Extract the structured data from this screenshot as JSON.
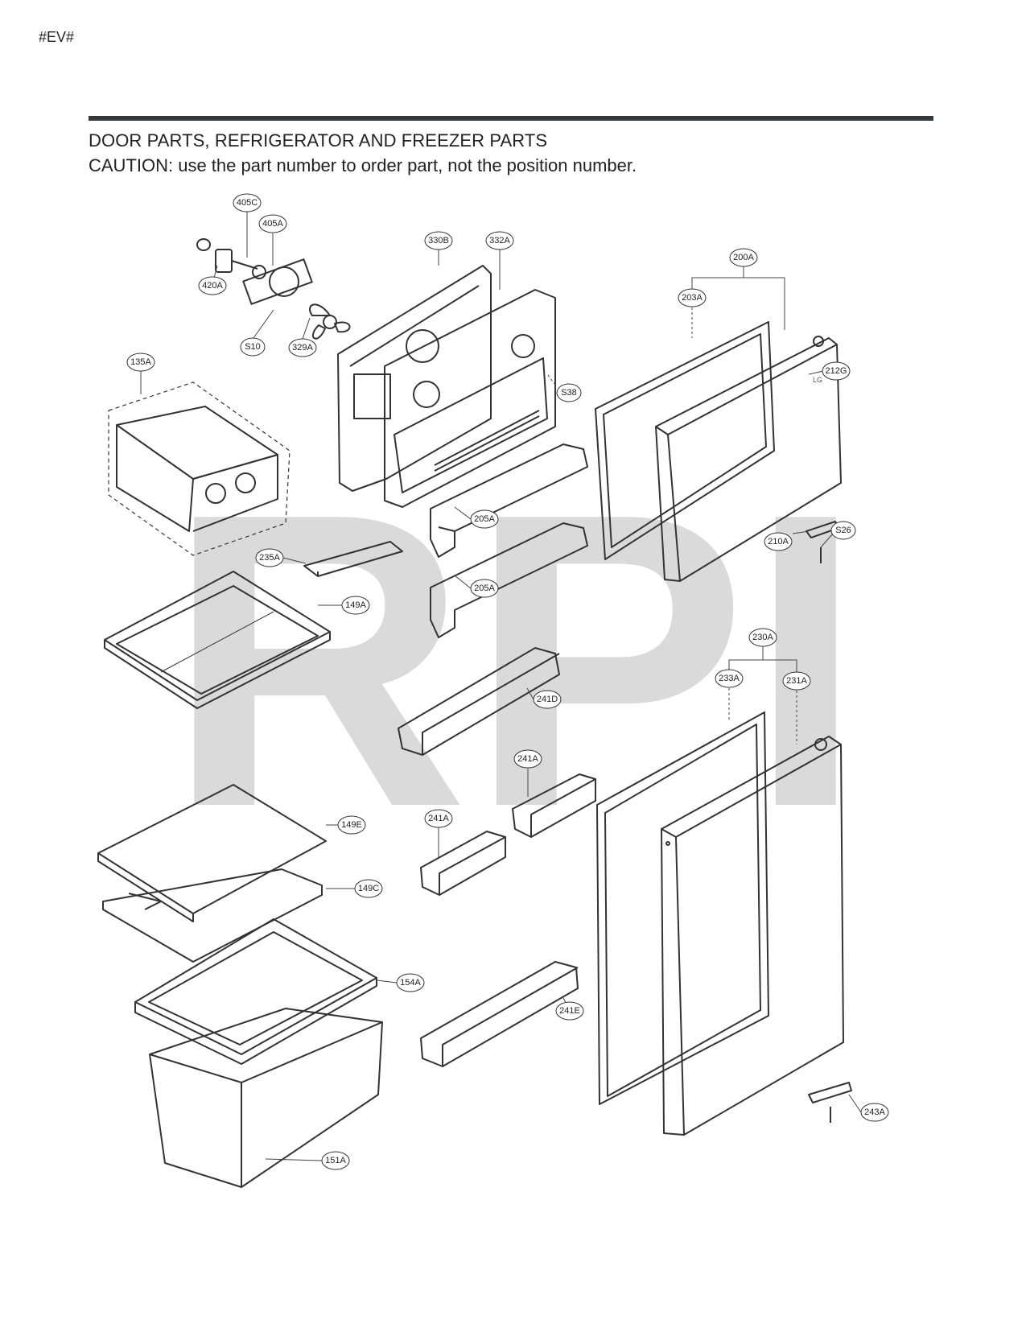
{
  "header": {
    "code": "#EV#"
  },
  "title": "DOOR PARTS, REFRIGERATOR AND FREEZER PARTS",
  "caution": "CAUTION: use the part number to order part, not the position number.",
  "watermark": "RPI",
  "brand_mark": "LG",
  "labels": {
    "p405C": "405C",
    "p405A": "405A",
    "p420A": "420A",
    "pS10": "S10",
    "p329A": "329A",
    "p330B": "330B",
    "p332A": "332A",
    "pS38": "S38",
    "p200A": "200A",
    "p203A": "203A",
    "p212G": "212G",
    "p210A": "210A",
    "pS26": "S26",
    "p135A": "135A",
    "p235A": "235A",
    "p205A_1": "205A",
    "p205A_2": "205A",
    "p149A": "149A",
    "p230A": "230A",
    "p233A": "233A",
    "p231A": "231A",
    "p241D": "241D",
    "p241A_1": "241A",
    "p241A_2": "241A",
    "p149E": "149E",
    "p149C": "149C",
    "p154A": "154A",
    "p241E": "241E",
    "p243A": "243A",
    "p151A": "151A"
  }
}
